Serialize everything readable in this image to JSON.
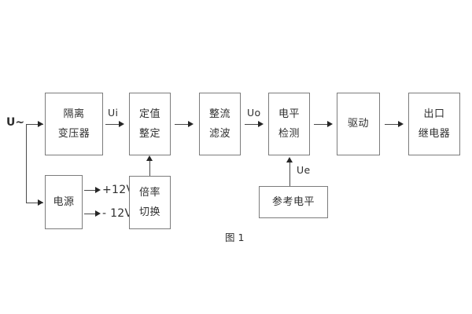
{
  "figure": {
    "caption": "图 1",
    "source_label": "U~",
    "colors": {
      "box_border": "#7c7c7c",
      "connector": "#4a4a4a",
      "text": "#2f2f2f",
      "background": "#ffffff"
    }
  },
  "blocks": [
    {
      "id": "isolation-transformer",
      "lines": [
        "隔离",
        "变压器"
      ]
    },
    {
      "id": "setpoint-adjust",
      "lines": [
        "定值",
        "整定"
      ]
    },
    {
      "id": "rectify-filter",
      "lines": [
        "整流",
        "滤波"
      ]
    },
    {
      "id": "level-detect",
      "lines": [
        "电平",
        "检测"
      ]
    },
    {
      "id": "drive",
      "lines": [
        "驱动"
      ]
    },
    {
      "id": "output-relay",
      "lines": [
        "出口",
        "继电器"
      ]
    },
    {
      "id": "power-supply",
      "lines": [
        "电源"
      ]
    },
    {
      "id": "multiplier-switch",
      "lines": [
        "倍率",
        "切换"
      ]
    },
    {
      "id": "reference-level",
      "lines": [
        "参考电平"
      ]
    }
  ],
  "signals": {
    "ui": "Ui",
    "uo": "Uo",
    "ue": "Ue",
    "rail_positive": "+12V",
    "rail_negative": "- 12V"
  }
}
